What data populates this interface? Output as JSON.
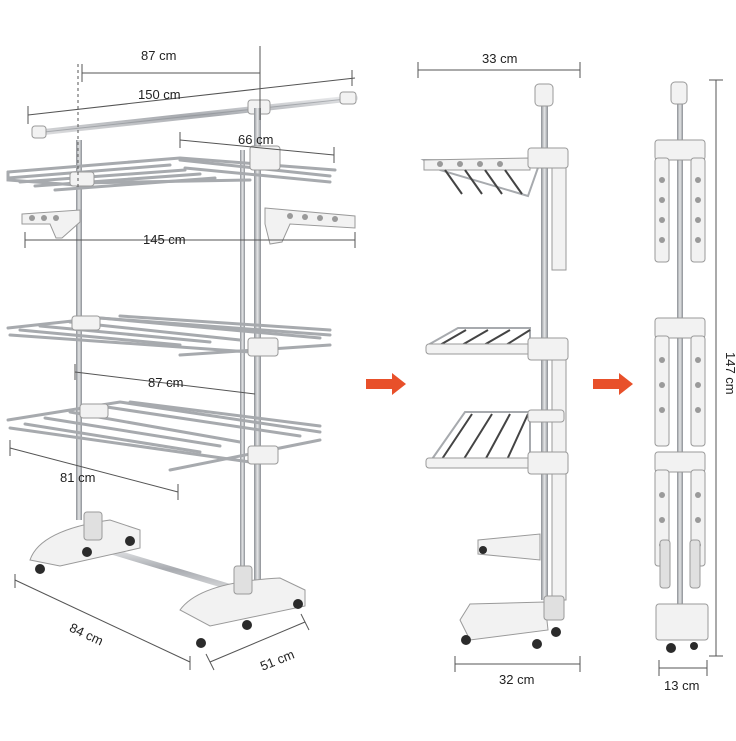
{
  "dimensions": {
    "top_width": "87 cm",
    "full_width": "150 cm",
    "wing_width": "66 cm",
    "wing_span": "145 cm",
    "shelf_width": "87 cm",
    "shelf_depth": "81 cm",
    "base_length": "84 cm",
    "base_depth": "51 cm",
    "folded_depth": "33 cm",
    "folded_base": "32 cm",
    "height": "147 cm",
    "stored_width": "13 cm"
  },
  "colors": {
    "steel": "#b9bcc0",
    "steel_dark": "#7f8388",
    "plastic": "#f2f2f2",
    "plastic_edge": "#9a9a9a",
    "line": "#555555",
    "arrow": "#e8502a",
    "wheel": "#2b2b2b"
  },
  "icons": [
    "arrow-right-icon",
    "arrow-right-icon"
  ]
}
